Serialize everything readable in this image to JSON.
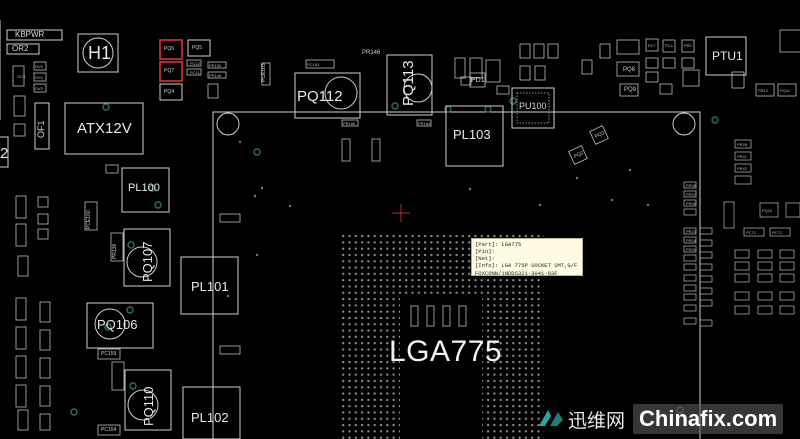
{
  "colors": {
    "background": "#000000",
    "silkscreen": "#e0e0e0",
    "highlight": "#e23030",
    "pad": "#9a9a9a",
    "via": "#2e6f5a",
    "tooltip_bg": "#fffbe3",
    "watermark_accent": "#2aa6a0"
  },
  "labels": {
    "h1": "H1",
    "atx12v": "ATX12V",
    "kbpwr": "KBPWR",
    "or2": "OR2",
    "of1": "OF1",
    "pq6": "PQ6",
    "pq7": "PQ7",
    "pq5": "PQ5",
    "pq4": "PQ4",
    "pr146": "PR146",
    "pq112": "PQ112",
    "pq113": "PQ113",
    "pl103": "PL103",
    "pu100": "PU100",
    "pd1": "PD1",
    "ptu1": "PTU1",
    "pq8": "PQ8",
    "pq9": "PQ9",
    "pq2": "PQ2",
    "pq3": "PQ3",
    "pl100": "PL100",
    "pq107": "PQ107",
    "pl101": "PL101",
    "pq106": "PQ106",
    "pq110": "PQ110",
    "pl102": "PL102",
    "lga775": "LGA775",
    "edge_2": "2",
    "pce100": "PCE100",
    "pce103": "PCE103",
    "pr136": "PR136",
    "pr146b": "PR146",
    "pc159": "PC159",
    "pc164": "PC164"
  },
  "tooltip": {
    "part": "[Part]: LGA775",
    "pin": "[Pin]:",
    "net": "[Net]:",
    "info": "[Info]: LGA 775P SOCKET SMT,G/F",
    "info2": "FOXCONN/1NDDS321-3041-03F"
  },
  "watermark": {
    "cn": "迅维网",
    "en": "Chinafix.com"
  }
}
